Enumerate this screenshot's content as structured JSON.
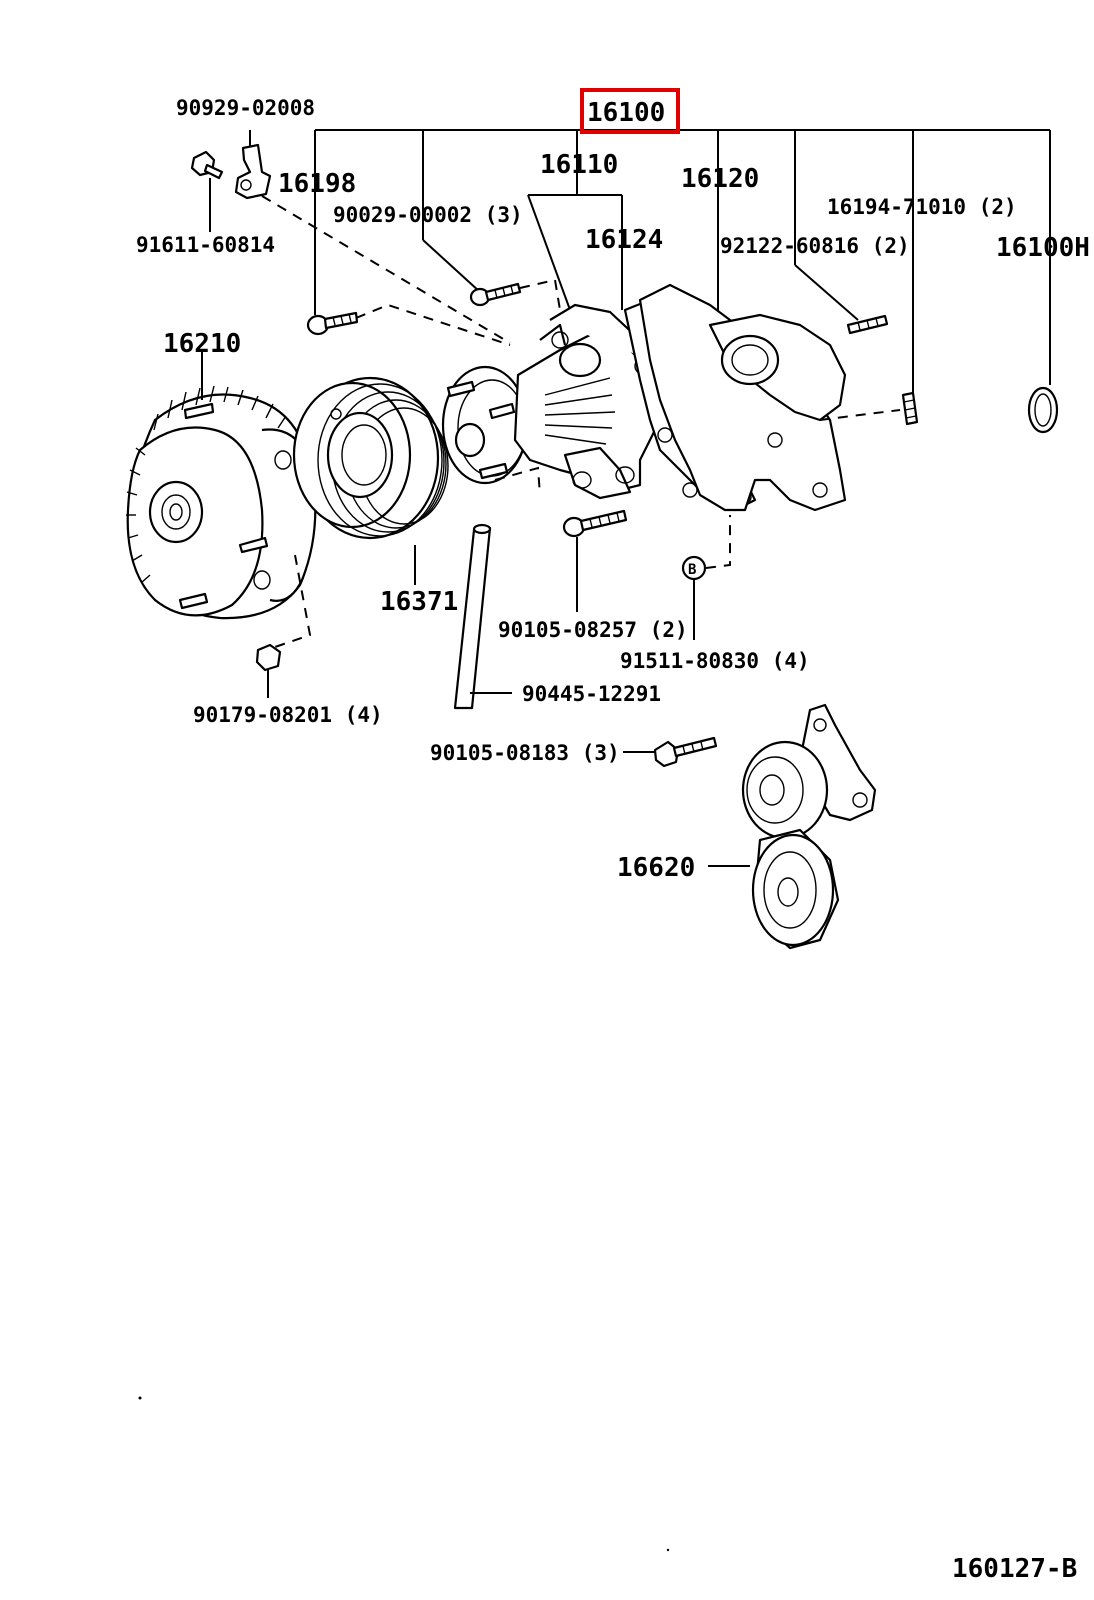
{
  "diagram": {
    "assembly_number": "16100",
    "highlight_color": "#e00000",
    "labels": {
      "l_90929_02008": "90929-02008",
      "l_16198": "16198",
      "l_91611_60814": "91611-60814",
      "l_90029_00002": "90029-00002 (3)",
      "l_16110": "16110",
      "l_16124": "16124",
      "l_16120": "16120",
      "l_16194_71010": "16194-71010 (2)",
      "l_92122_60816": "92122-60816 (2)",
      "l_16100H": "16100H",
      "l_16210": "16210",
      "l_16371": "16371",
      "l_90105_08257": "90105-08257 (2)",
      "l_91511_80830": "91511-80830 (4)",
      "l_90445_12291": "90445-12291",
      "l_90179_08201": "90179-08201 (4)",
      "l_90105_08183": "90105-08183 (3)",
      "l_16620": "16620",
      "l_badge": "B"
    },
    "figure_id": "160127-B"
  }
}
